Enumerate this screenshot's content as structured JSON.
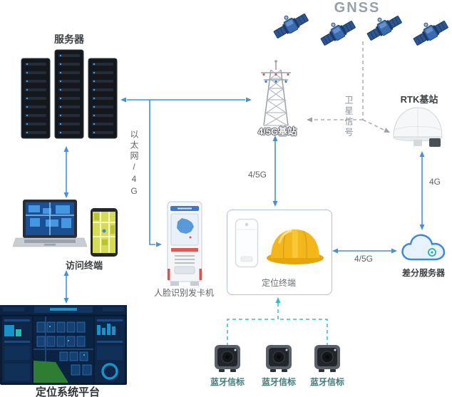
{
  "title": "GNSS",
  "nodes": {
    "server": {
      "label": "服务器"
    },
    "base_station": {
      "label": "4/5G基站"
    },
    "rtk_station": {
      "label": "RTK基站"
    },
    "access_terminal": {
      "label": "访问终端"
    },
    "face_kiosk": {
      "label": "人脸识别发卡机"
    },
    "positioning_terminal": {
      "label": "定位终端"
    },
    "diff_server": {
      "label": "差分服务器"
    },
    "platform": {
      "label": "定位系统平台"
    },
    "beacons": [
      {
        "label": "蓝牙信标"
      },
      {
        "label": "蓝牙信标"
      },
      {
        "label": "蓝牙信标"
      }
    ]
  },
  "links": {
    "ethernet_4g": "以太网/4G",
    "satellite_signal": "卫星信号",
    "station_to_terminal": "4/5G",
    "terminal_to_diff": "4/5G",
    "rtk_to_diff": "4G"
  },
  "colors": {
    "arrow_blue": "#478fd6",
    "dashed_teal": "#35bdb9",
    "dashed_gray": "#9aa0a6",
    "helmet_yellow": "#f4b71b",
    "label_dark": "#3c4043"
  }
}
